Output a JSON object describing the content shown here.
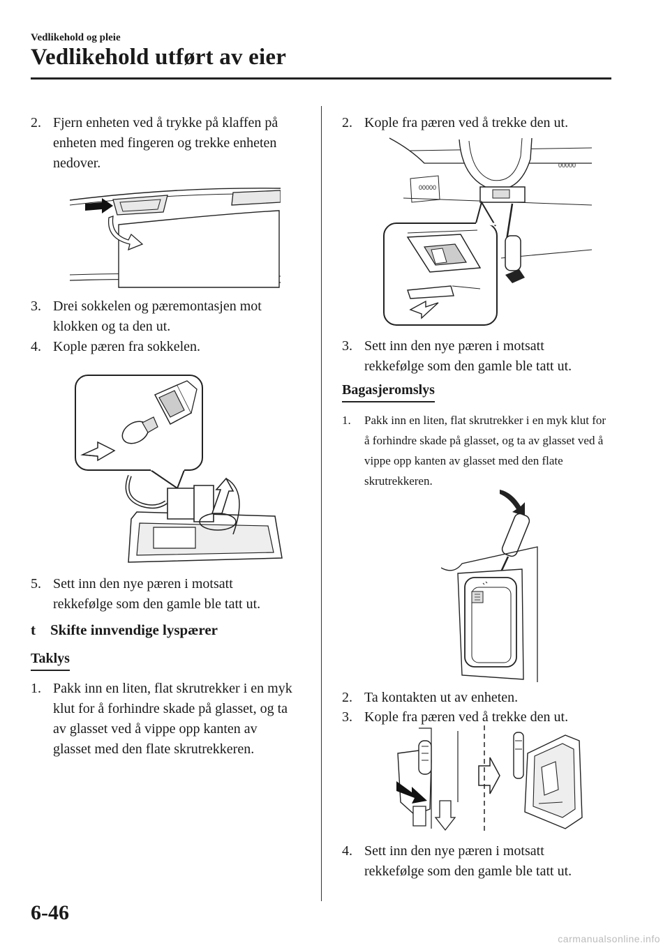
{
  "header": {
    "section": "Vedlikehold og pleie",
    "title": "Vedlikehold utført av eier"
  },
  "left_column": {
    "step2": {
      "num": "2.",
      "text": "Fjern enheten ved å trykke på klaffen på enheten med fingeren og trekke enheten nedover."
    },
    "step3": {
      "num": "3.",
      "text": "Drei sokkelen og pæremontasjen mot klokken og ta den ut."
    },
    "step4": {
      "num": "4.",
      "text": "Kople pæren fra sokkelen."
    },
    "step5": {
      "num": "5.",
      "text": "Sett inn den nye pæren i motsatt rekkefølge som den gamle ble tatt ut."
    },
    "section_bullet": "t",
    "section_heading": "Skifte innvendige lyspærer",
    "subheading": "Taklys",
    "taklys_step1": {
      "num": "1.",
      "text": "Pakk inn en liten, flat skrutrekker i en myk klut for å forhindre skade på glasset, og ta av glasset ved å vippe opp kanten av glasset med den flate skrutrekkeren."
    }
  },
  "right_column": {
    "step2": {
      "num": "2.",
      "text": "Kople fra pæren ved å trekke den ut."
    },
    "step3": {
      "num": "3.",
      "text": "Sett inn den nye pæren i motsatt rekkefølge som den gamle ble tatt ut."
    },
    "subheading": "Bagasjeromslys",
    "bag_step1": {
      "num": "1.",
      "text": "Pakk inn en liten, flat skrutrekker i en myk klut for å forhindre skade på glasset, og ta av glasset ved å vippe opp kanten av glasset med den flate skrutrekkeren."
    },
    "bag_step2": {
      "num": "2.",
      "text": "Ta kontakten ut av enheten."
    },
    "bag_step3": {
      "num": "3.",
      "text": "Kople fra pæren ved å trekke den ut."
    },
    "bag_step4": {
      "num": "4.",
      "text": "Sett inn den nye pæren i motsatt rekkefølge som den gamle ble tatt ut."
    },
    "panel_code_left": "00000",
    "panel_code_right": "00000"
  },
  "footer": {
    "page_number": "6-46",
    "watermark": "carmanualsonline.info"
  }
}
